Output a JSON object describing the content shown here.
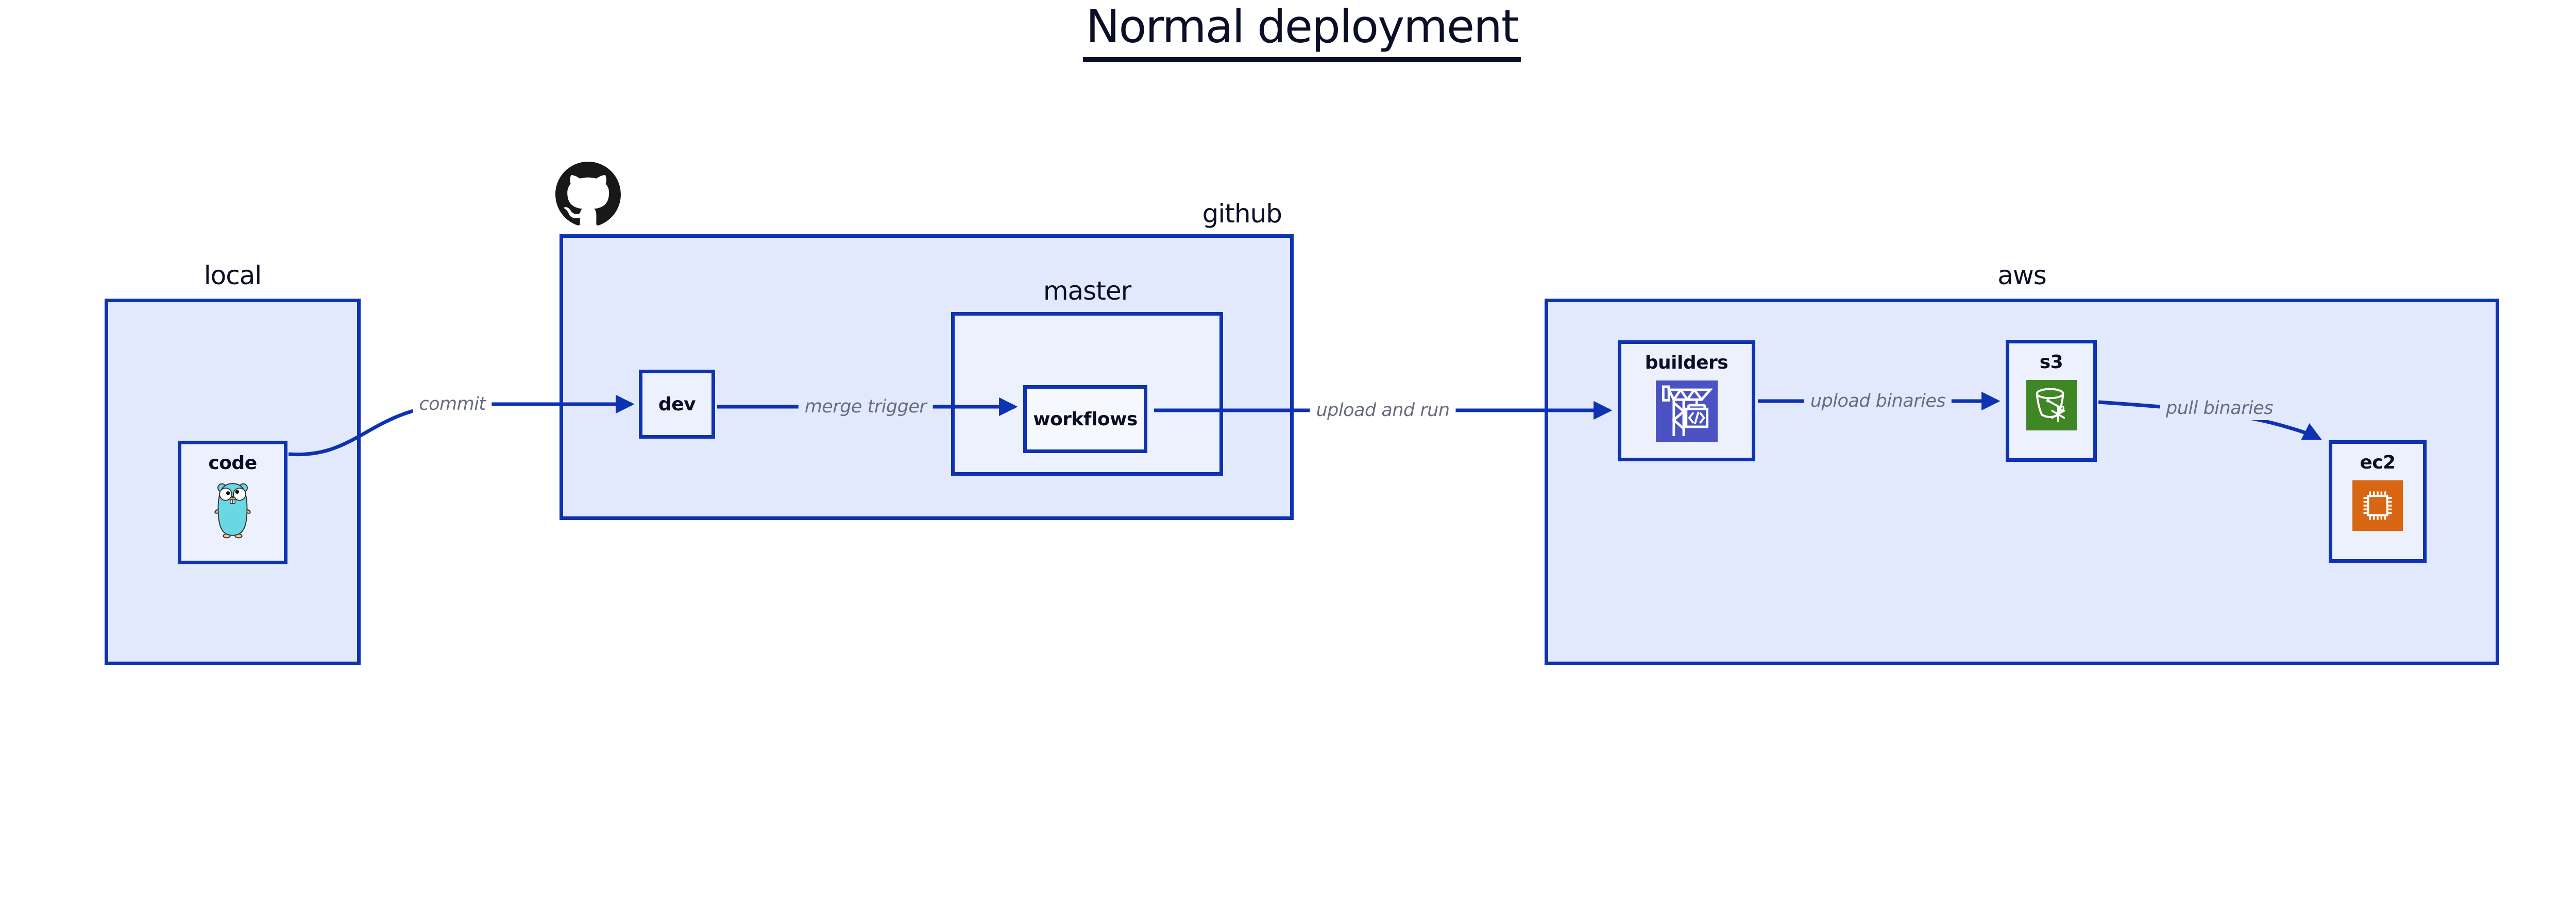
{
  "diagram": {
    "title": "Normal deployment",
    "containers": {
      "local": {
        "label": "local"
      },
      "github": {
        "label": "github",
        "icon": "github-octocat-icon"
      },
      "master": {
        "label": "master"
      },
      "aws": {
        "label": "aws"
      }
    },
    "nodes": {
      "code": {
        "label": "code",
        "icon": "go-gopher-icon"
      },
      "dev": {
        "label": "dev"
      },
      "workflows": {
        "label": "workflows"
      },
      "builders": {
        "label": "builders",
        "icon": "codebuild-crane-icon"
      },
      "s3": {
        "label": "s3",
        "icon": "s3-bucket-icon"
      },
      "ec2": {
        "label": "ec2",
        "icon": "ec2-chip-icon"
      }
    },
    "edges": [
      {
        "from": "code",
        "to": "dev",
        "label": "commit"
      },
      {
        "from": "dev",
        "to": "workflows",
        "label": "merge trigger"
      },
      {
        "from": "workflows",
        "to": "builders",
        "label": "upload and run"
      },
      {
        "from": "builders",
        "to": "s3",
        "label": "upload binaries"
      },
      {
        "from": "s3",
        "to": "ec2",
        "label": "pull binaries"
      }
    ],
    "colors": {
      "stroke": "#0D32B2",
      "container_fill": "#E3E9FD",
      "node_fill": "#EDF0FD",
      "inner_node_fill": "#F7F8FE",
      "label_text": "#0A0F25",
      "edge_label_text": "#676C7E",
      "codebuild_icon_bg": "#4B53C4",
      "s3_icon_bg": "#3F8624",
      "ec2_icon_bg": "#D86613",
      "gopher_body": "#6AD7E5",
      "octocat": "#191717",
      "background": "#FFFFFF"
    }
  }
}
